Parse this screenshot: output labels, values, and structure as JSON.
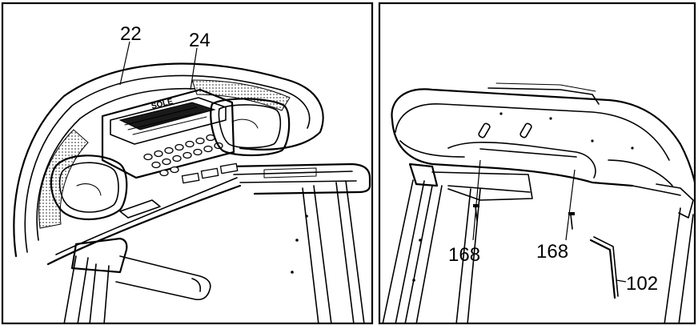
{
  "colors": {
    "ink": "#000000",
    "paper": "#ffffff",
    "mesh": "#555555"
  },
  "panels": {
    "left": {
      "callouts": [
        {
          "id": "console-frame",
          "text": "22"
        },
        {
          "id": "console-display",
          "text": "24"
        }
      ],
      "brand_label": "SOLE"
    },
    "right": {
      "callouts": [
        {
          "id": "bolt-left",
          "text": "168"
        },
        {
          "id": "bolt-right",
          "text": "168"
        },
        {
          "id": "hex-key",
          "text": "102"
        }
      ]
    }
  }
}
